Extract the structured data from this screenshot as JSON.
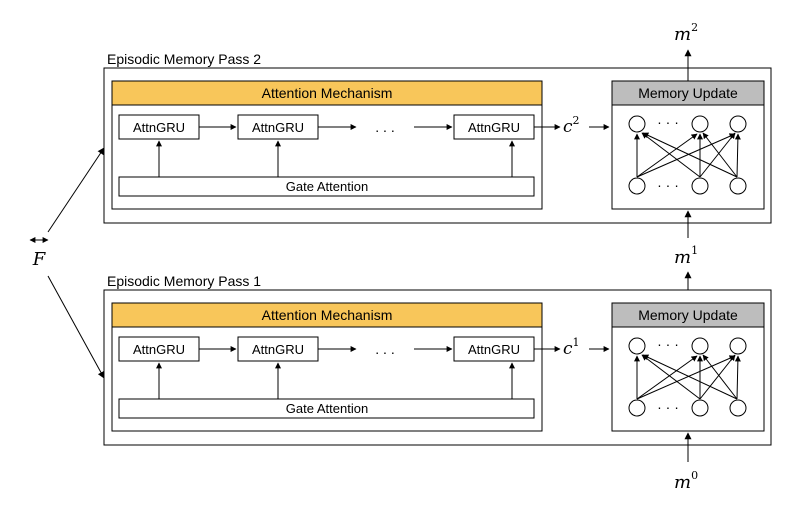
{
  "input_label": "F",
  "passes": [
    {
      "title": "Episodic Memory Pass 2",
      "attention_title": "Attention Mechanism",
      "gru_labels": [
        "AttnGRU",
        "AttnGRU",
        "AttnGRU"
      ],
      "dots": ". . .",
      "gate_label": "Gate Attention",
      "context": "c",
      "context_sup": "2",
      "memory_title": "Memory Update",
      "node_dots": "· · ·",
      "output": "m",
      "output_sup": "2"
    },
    {
      "title": "Episodic Memory Pass 1",
      "attention_title": "Attention Mechanism",
      "gru_labels": [
        "AttnGRU",
        "AttnGRU",
        "AttnGRU"
      ],
      "dots": ". . .",
      "gate_label": "Gate Attention",
      "context": "c",
      "context_sup": "1",
      "memory_title": "Memory Update",
      "node_dots": "· · ·",
      "output": "m",
      "output_sup": "1"
    }
  ],
  "initial_memory": "m",
  "initial_memory_sup": "0",
  "colors": {
    "attention_header": "#F8C65A",
    "memory_header": "#BDBDBD",
    "line": "#000000"
  }
}
